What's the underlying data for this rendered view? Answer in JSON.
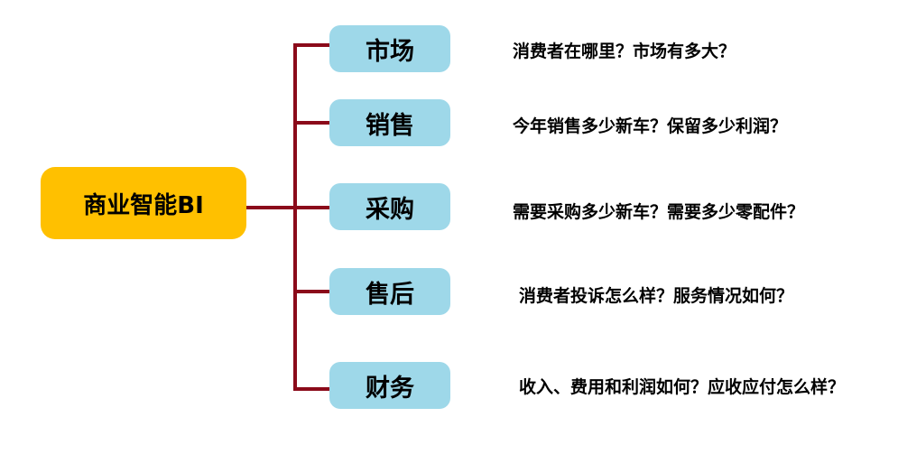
{
  "colors": {
    "root_fill": "#ffc000",
    "branch_fill": "#9ed8e9",
    "connector": "#8b0a1a"
  },
  "root": {
    "label": "商业智能BI"
  },
  "branches": [
    {
      "label": "市场",
      "question": "消费者在哪里？市场有多大？"
    },
    {
      "label": "销售",
      "question": "今年销售多少新车？保留多少利润？"
    },
    {
      "label": "采购",
      "question": "需要采购多少新车？需要多少零配件？"
    },
    {
      "label": "售后",
      "question": "消费者投诉怎么样？服务情况如何？"
    },
    {
      "label": "财务",
      "question": "收入、费用和利润如何？应收应付怎么样？"
    }
  ]
}
